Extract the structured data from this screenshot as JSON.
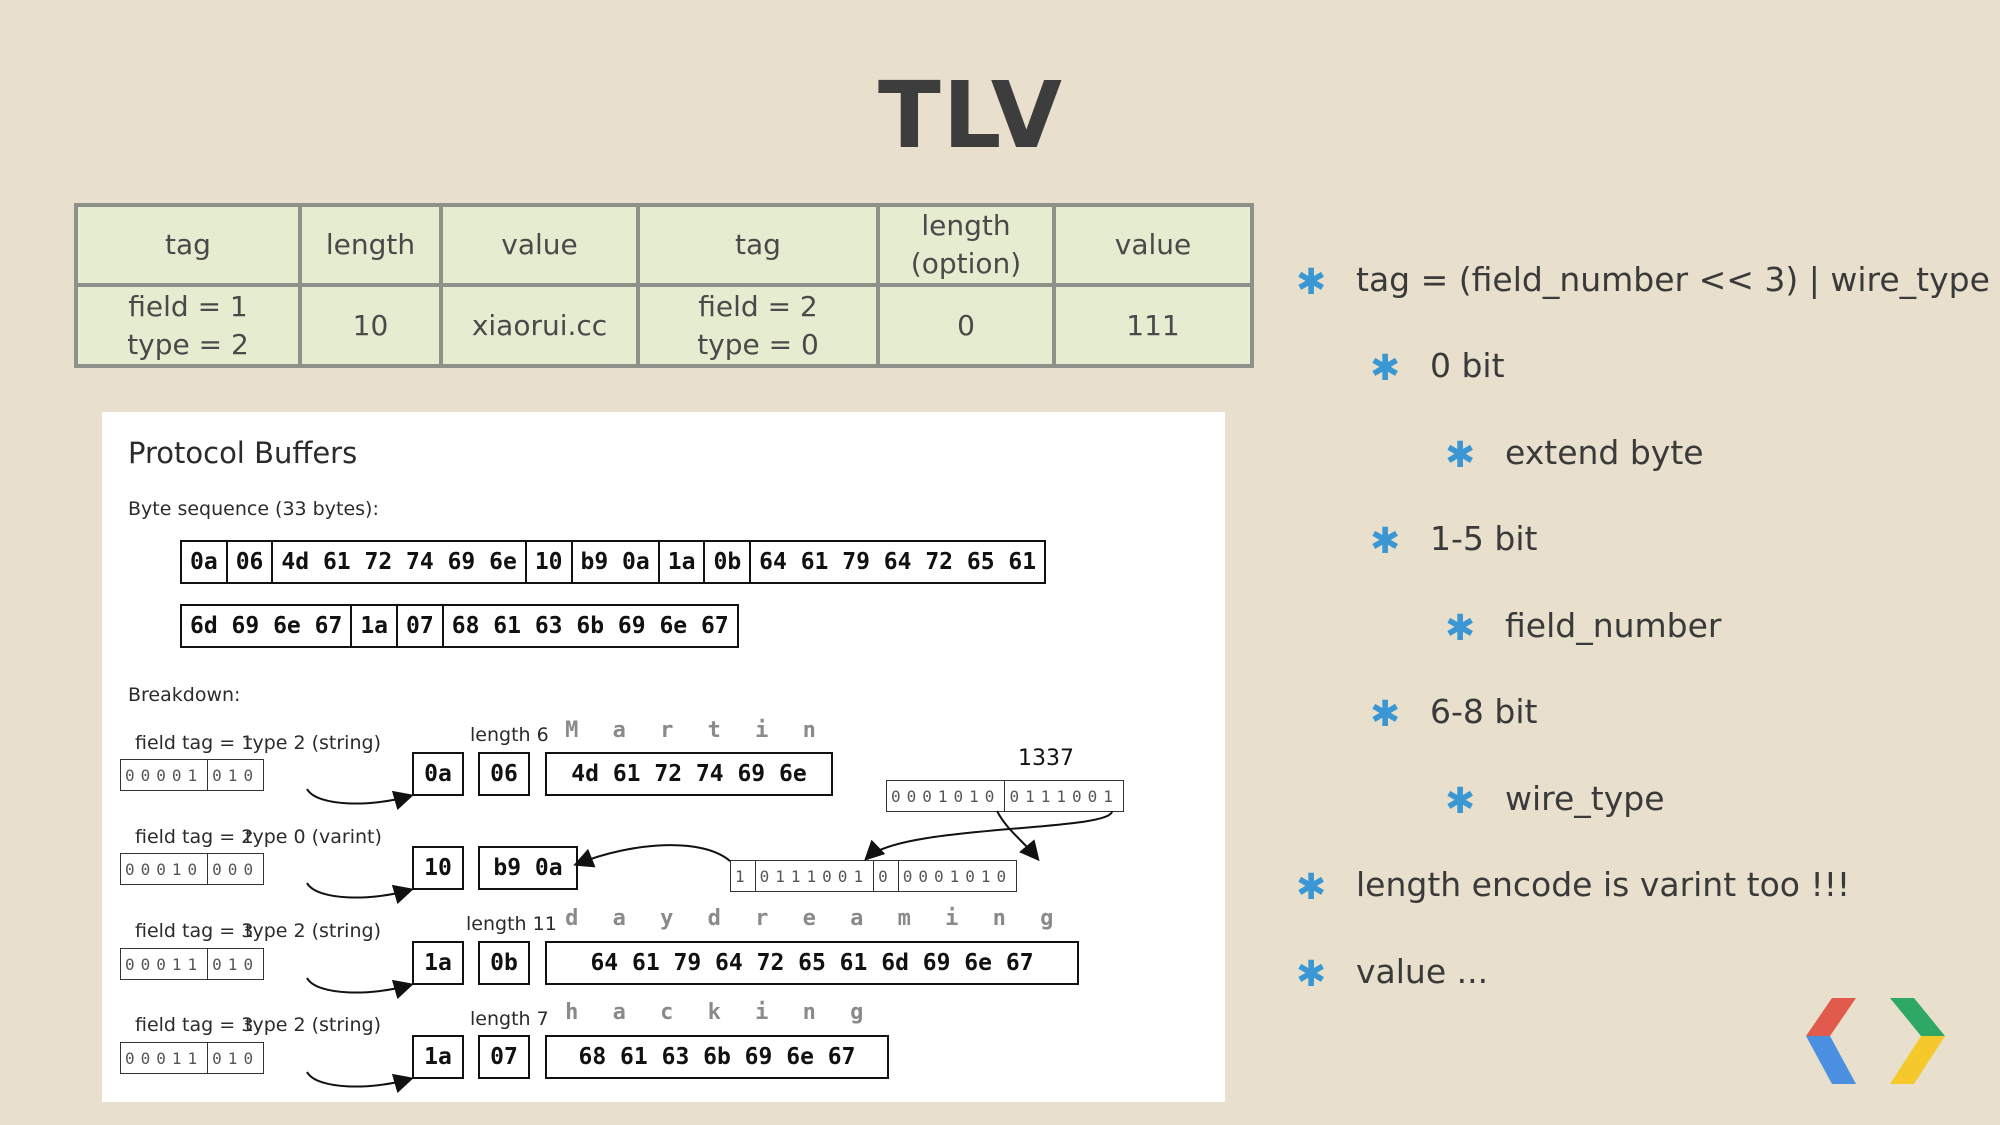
{
  "title": "TLV",
  "tlv_table": {
    "header": [
      "tag",
      "length",
      "value",
      "tag",
      "length (option)",
      "value"
    ],
    "header_lines": [
      [
        "tag"
      ],
      [
        "length"
      ],
      [
        "value"
      ],
      [
        "tag"
      ],
      [
        "length",
        "(option)"
      ],
      [
        "value"
      ]
    ],
    "row": [
      [
        "field = 1",
        "type = 2"
      ],
      [
        "10"
      ],
      [
        "xiaorui.cc"
      ],
      [
        "field = 2",
        "type = 0"
      ],
      [
        "0"
      ],
      [
        "111"
      ]
    ]
  },
  "bullets": [
    {
      "text": "tag = (field_number << 3) | wire_type",
      "level": 0
    },
    {
      "text": "0 bit",
      "level": 1
    },
    {
      "text": "extend byte",
      "level": 2
    },
    {
      "text": "1-5 bit",
      "level": 1
    },
    {
      "text": "field_number",
      "level": 2
    },
    {
      "text": "6-8 bit",
      "level": 1
    },
    {
      "text": "wire_type",
      "level": 2
    },
    {
      "text": "length encode is varint too !!!",
      "level": 0
    },
    {
      "text": "value ...",
      "level": 0
    }
  ],
  "bullet_icon": "asterisk-icon",
  "colors": {
    "background": "#e8e0cd",
    "table_fill": "#e6ecd0",
    "accent": "#3a97d3"
  },
  "panel": {
    "title": "Protocol Buffers",
    "seq_label": "Byte sequence (33 bytes):",
    "seq_row1": [
      "0a",
      "06",
      "4d 61 72 74 69 6e",
      "10",
      "b9 0a",
      "1a",
      "0b",
      "64 61 79 64 72 65 61"
    ],
    "seq_row2": [
      "6d 69 6e 67",
      "1a",
      "07",
      "68 61 63 6b 69 6e 67"
    ],
    "breakdown_label": "Breakdown:",
    "fields": [
      {
        "tag_label": "field tag = 1",
        "type_label": "type 2 (string)",
        "bits_a": "00001",
        "bits_b": "010",
        "tag_byte": "0a",
        "len_label": "length 6",
        "len_byte": "06",
        "letters": "Martin",
        "value": "4d 61 72 74 69 6e"
      },
      {
        "tag_label": "field tag = 2",
        "type_label": "type 0 (varint)",
        "bits_a": "00010",
        "bits_b": "000",
        "tag_byte": "10",
        "value": "b9 0a"
      },
      {
        "tag_label": "field tag = 3",
        "type_label": "type 2 (string)",
        "bits_a": "00011",
        "bits_b": "010",
        "tag_byte": "1a",
        "len_label": "length 11",
        "len_byte": "0b",
        "letters": "daydreaming",
        "value": "64 61 79 64 72 65 61 6d 69 6e 67"
      },
      {
        "tag_label": "field tag = 3",
        "type_label": "type 2 (string)",
        "bits_a": "00011",
        "bits_b": "010",
        "tag_byte": "1a",
        "len_label": "length 7",
        "len_byte": "07",
        "letters": "hacking",
        "value": "68 61 63 6b 69 6e 67"
      }
    ],
    "varint": {
      "number": "1337",
      "bits_top_a": "0001010",
      "bits_top_b": "0111001",
      "bits_bot_a": "1",
      "bits_bot_b": "0111001",
      "bits_bot_c": "0",
      "bits_bot_d": "0001010"
    }
  }
}
